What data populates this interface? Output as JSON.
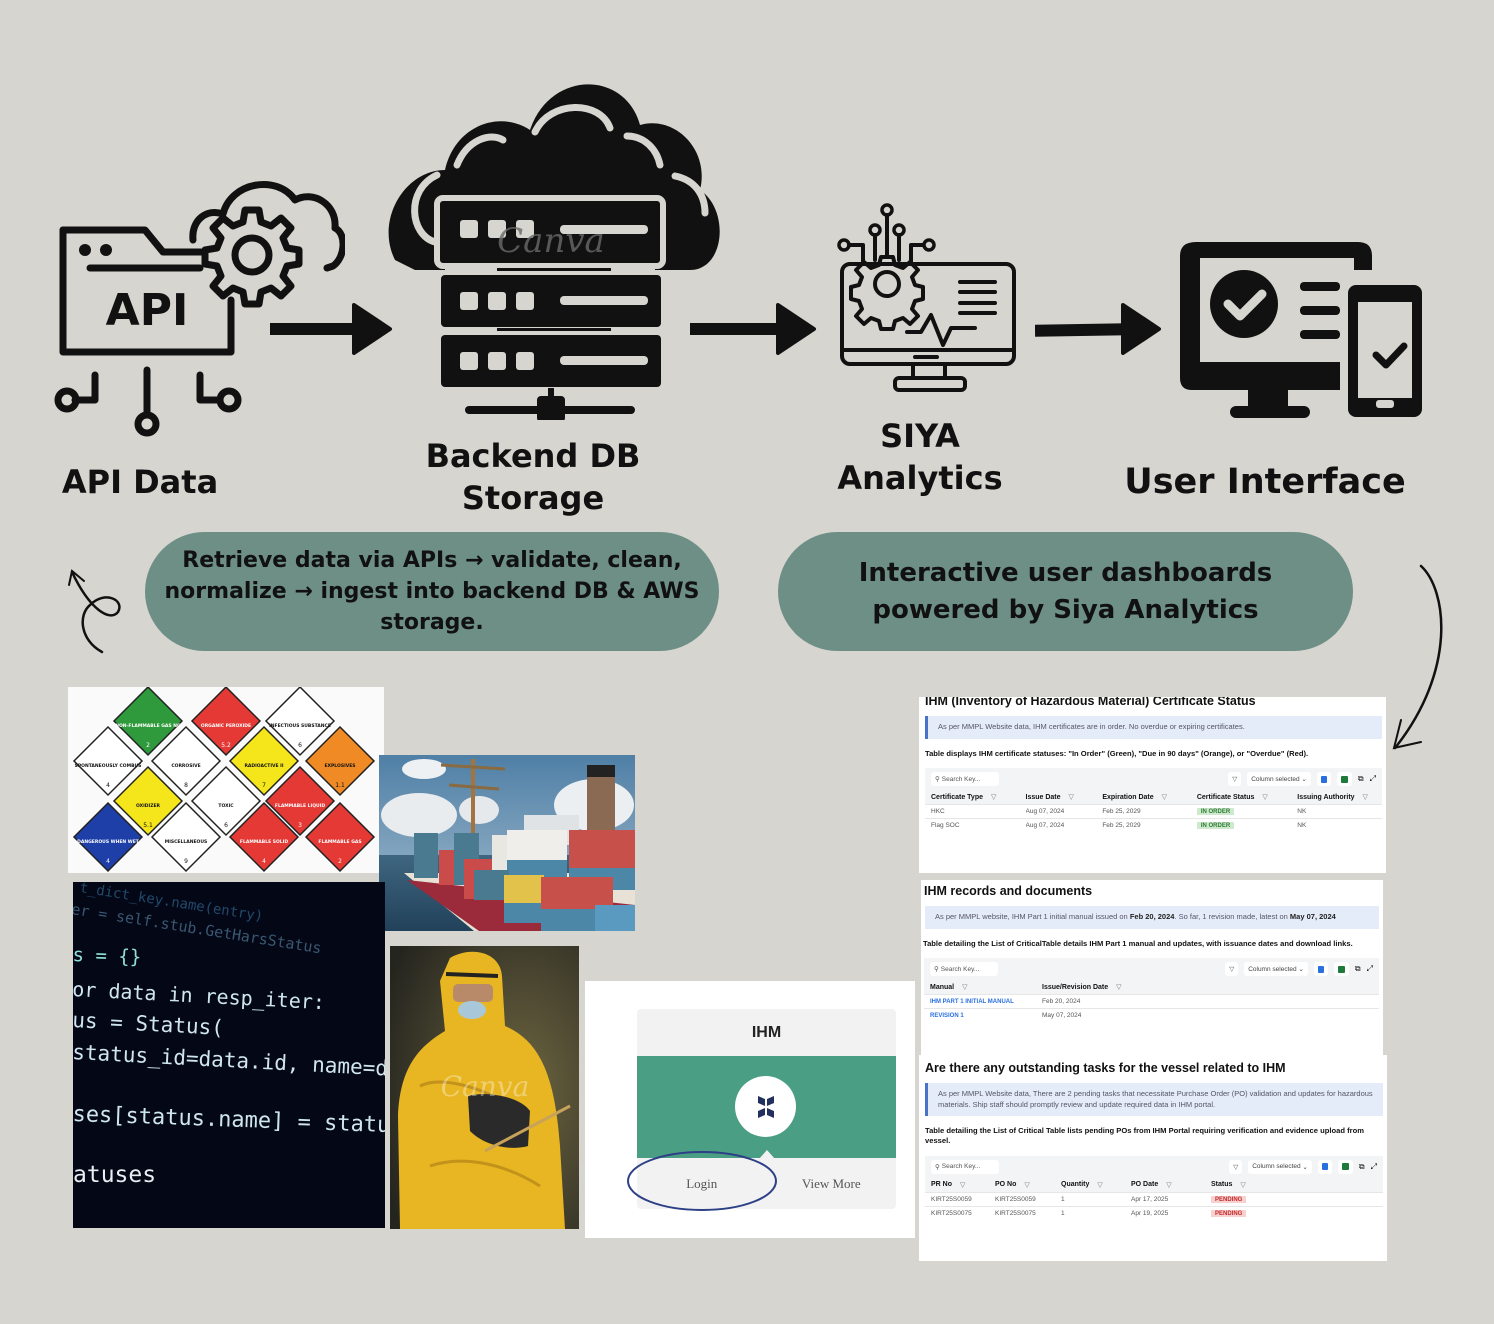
{
  "pipeline": {
    "stages": [
      {
        "id": "api",
        "label_lines": [
          "API Data"
        ],
        "icon": "api-cloud-gear-icon",
        "icon_text": "API"
      },
      {
        "id": "backend",
        "label_lines": [
          "Backend DB",
          "Storage"
        ],
        "icon": "cloud-server-icon",
        "watermark": "Canva"
      },
      {
        "id": "siya",
        "label_lines": [
          "SIYA",
          "Analytics"
        ],
        "icon": "analytics-monitor-icon"
      },
      {
        "id": "ui",
        "label_lines": [
          "User Interface"
        ],
        "icon": "desktop-mobile-check-icon"
      }
    ],
    "arrows": [
      "arrow-right",
      "arrow-right",
      "arrow-right"
    ]
  },
  "callouts": {
    "ingest": "Retrieve data via APIs → validate, clean, normalize → ingest into backend DB & AWS storage.",
    "ingest_lines": [
      "Retrieve data via APIs → validate, clean,",
      "normalize → ingest into backend DB & AWS",
      "storage."
    ],
    "dashboards_lines": [
      "Interactive user dashboards",
      "powered by Siya Analytics"
    ]
  },
  "colors": {
    "background": "#d6d5cf",
    "pill": "#6d8f86",
    "ihm_green": "#4a9e84",
    "note_bg": "#e4ecfa",
    "note_border": "#4a72c9",
    "ok_bg": "#cfe9cf",
    "ok_text": "#2e7d32",
    "pending_bg": "#f7d0d0",
    "pending_text": "#c62828",
    "link_blue": "#2a6fe0"
  },
  "collage": {
    "hazard_placards": [
      {
        "label": "NON-FLAMMABLE GAS NON-TOXIC GAS",
        "class": "2",
        "color": "#2e9a3c"
      },
      {
        "label": "ORGANIC PEROXIDE",
        "class": "5.2",
        "color": "#e53935"
      },
      {
        "label": "INFECTIOUS SUBSTANCE",
        "class": "6",
        "color": "#ffffff"
      },
      {
        "label": "SPONTANEOUSLY COMBUSTIBLE",
        "class": "4",
        "color": "#ffffff"
      },
      {
        "label": "CORROSIVE",
        "class": "8",
        "color": "#ffffff"
      },
      {
        "label": "RADIOACTIVE II",
        "class": "7",
        "color": "#f5e61c"
      },
      {
        "label": "EXPLOSIVES",
        "class": "1.1",
        "color": "#f08a24"
      },
      {
        "label": "OXIDIZER",
        "class": "5.1",
        "color": "#f5e61c"
      },
      {
        "label": "TOXIC",
        "class": "6",
        "color": "#ffffff"
      },
      {
        "label": "FLAMMABLE LIQUID",
        "class": "3",
        "color": "#e53935"
      },
      {
        "label": "DANGEROUS WHEN WET",
        "class": "4",
        "color": "#1e3fa8"
      },
      {
        "label": "MISCELLANEOUS",
        "class": "9",
        "color": "#ffffff"
      },
      {
        "label": "FLAMMABLE SOLID",
        "class": "4",
        "color": "#e53935"
      },
      {
        "label": "FLAMMABLE GAS",
        "class": "2",
        "color": "#e53935"
      }
    ],
    "code_lines": [
      {
        "text": "t_dict_key.name(entry) ",
        "color": "#3a7fb0"
      },
      {
        "text": "er = self.stub.GetHarsStatus",
        "color": "#5d8cae"
      },
      {
        "text": "s = {}",
        "color": "#8fe0d8"
      },
      {
        "text": "or data in resp_iter:",
        "color": "#cfe6f0"
      },
      {
        "text": "us = Status(",
        "color": "#cfe6f0"
      },
      {
        "text": "status_id=data.id, name=data.",
        "color": "#cfe6f0"
      },
      {
        "text": "ses[status.name] = status",
        "color": "#cfe6f0"
      },
      {
        "text": "atuses",
        "color": "#e8eef2"
      }
    ],
    "hazmat_watermark": "Canva",
    "ihm_card": {
      "title": "IHM",
      "login_label": "Login",
      "view_more_label": "View More"
    }
  },
  "dashboards": [
    {
      "title": "IHM (Inventory of Hazardous Material) Certificate Status",
      "note_html": "As per MMPL Website data, IHM certificates are in order. No overdue or expiring certificates.",
      "description": "Table displays IHM certificate statuses: \"In Order\" (Green), \"Due in 90 days\" (Orange), or \"Overdue\" (Red).",
      "search_placeholder": "Search Key...",
      "column_selector": "Column selected",
      "columns": [
        "Certificate Type",
        "Issue Date",
        "Expiration Date",
        "Certificate Status",
        "Issuing Authority"
      ],
      "rows": [
        [
          "HKC",
          "Aug 07, 2024",
          "Feb 25, 2029",
          "IN ORDER",
          "NK"
        ],
        [
          "Flag SOC",
          "Aug 07, 2024",
          "Feb 25, 2029",
          "IN ORDER",
          "NK"
        ]
      ]
    },
    {
      "title": "IHM records and documents",
      "note_parts": [
        "As per MMPL website, IHM Part 1 initial manual issued on ",
        "Feb 20, 2024",
        ". So far, 1 revision made, latest on ",
        "May 07, 2024"
      ],
      "description": "Table detailing the List of CriticalTable details IHM Part 1 manual and updates, with issuance dates and download links.",
      "search_placeholder": "Search Key...",
      "column_selector": "Column selected",
      "columns": [
        "Manual",
        "Issue/Revision Date"
      ],
      "rows": [
        [
          "IHM PART 1 INITIAL MANUAL",
          "Feb 20, 2024"
        ],
        [
          "REVISION 1",
          "May 07, 2024"
        ]
      ]
    },
    {
      "title": "Are there any outstanding tasks for the vessel related to IHM",
      "note_html": "As per MMPL Website data, There are 2 pending tasks that necessitate Purchase Order (PO) validation and updates for hazardous materials. Ship staff should promptly review and update required data in IHM portal.",
      "description": "Table detailing the List of Critical Table lists pending POs from IHM Portal requiring verification and evidence upload from vessel.",
      "search_placeholder": "Search Key...",
      "column_selector": "Column selected",
      "columns": [
        "PR No",
        "PO No",
        "Quantity",
        "PO Date",
        "Status"
      ],
      "rows": [
        [
          "KIRT25S0059",
          "KIRT25S0059",
          "1",
          "Apr 17, 2025",
          "PENDING"
        ],
        [
          "KIRT25S0075",
          "KIRT25S0075",
          "1",
          "Apr 19, 2025",
          "PENDING"
        ]
      ]
    }
  ]
}
